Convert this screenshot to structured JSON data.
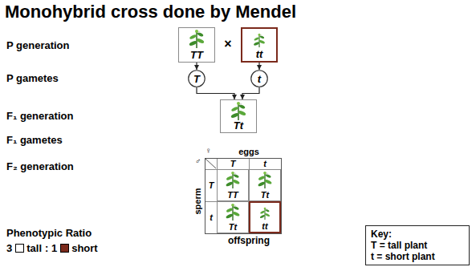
{
  "diagram": {
    "title": "Monohybrid cross done by Mendel",
    "nodes": [
      {
        "text": [
          "TT"
        ]
      },
      {
        "text": [
          "tt"
        ]
      },
      {
        "text": [
          "T"
        ]
      },
      {
        "text": [
          "t"
        ]
      },
      {
        "text": [
          "Tt"
        ]
      },
      {
        "text": [
          "eggs",
          "sperm",
          "offspring"
        ]
      },
      {
        "text": [
          "TT"
        ],
        "in": 5
      },
      {
        "text": [
          "Tt"
        ],
        "in": 5
      },
      {
        "text": [
          "Tt"
        ],
        "in": 5
      },
      {
        "text": [
          "tt"
        ],
        "in": 5
      },
      {
        "text": [
          "Key:",
          "T = tall plant",
          "t = short plant"
        ]
      }
    ],
    "edges": [
      {
        "from": 0,
        "to": 2,
        "arrow": "to"
      },
      {
        "from": 1,
        "to": 3,
        "arrow": "to"
      },
      {
        "from": 2,
        "to": 4,
        "arrow": "to"
      },
      {
        "from": 3,
        "to": 4,
        "arrow": "to"
      }
    ],
    "labels": [
      "×",
      "P generation",
      "P gametes",
      "F₁ generation",
      "F₁ gametes",
      "F₂ generation",
      "Phenotypic Ratio",
      "3",
      ": 1",
      "T",
      "t",
      "T",
      "t",
      "♀",
      "♂"
    ],
    "legend": [
      {
        "text": "tall",
        "color": "#ffffff"
      },
      {
        "text": "short",
        "color": "#7b2a1c"
      }
    ]
  }
}
